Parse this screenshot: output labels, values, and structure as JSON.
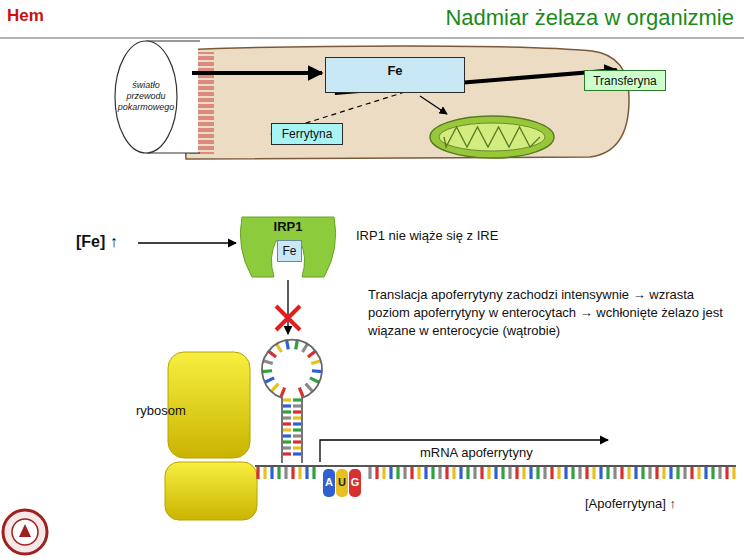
{
  "diagram": {
    "title": "Nadmiar żelaza w organizmie",
    "nodes": [
      {
        "text": [
          "Fe"
        ]
      },
      {
        "text": [
          "Transferyna"
        ]
      },
      {
        "text": [
          "Ferrytyna"
        ]
      },
      {
        "text": [
          "IRP1"
        ]
      },
      {
        "text": [
          "Fe"
        ],
        "in": 3
      }
    ],
    "edges": [
      {
        "from": 0,
        "to": 1,
        "arrow": "to"
      },
      {
        "from": 0,
        "to": 2,
        "arrow": "to"
      }
    ],
    "labels": [
      "Hem",
      "światło przewodu pokarmowego",
      "[Fe] ↑",
      "IRP1 nie wiąże się z IRE",
      "Translacja apoferrytyny zachodzi intensywnie → wzrasta poziom apoferrytyny w enterocytach → wchłonięte żelazo jest wiązane w enterocycie (wątrobie)",
      "rybosom",
      "mRNA apoferrytyny",
      "A",
      "U",
      "G",
      "[Apoferrytyna] ↑"
    ]
  }
}
